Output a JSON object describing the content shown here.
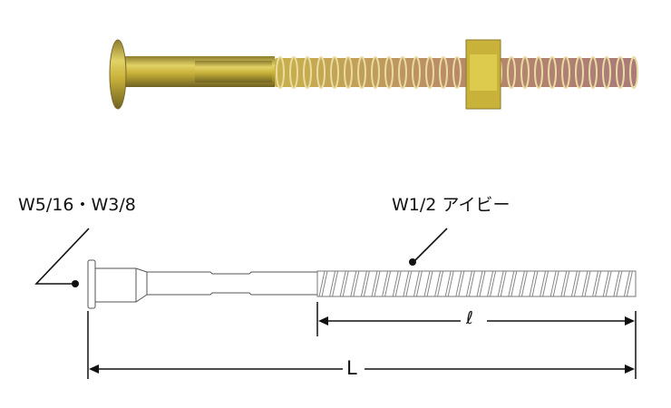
{
  "labels": {
    "head_size": "W5/16・W3/8",
    "thread_size": "W1/2 アイビー",
    "thread_length": "ℓ",
    "total_length": "L"
  },
  "colors": {
    "brass": "#c9b23a",
    "brass_dark": "#8a7a2a",
    "thread_pink": "#b77a6a",
    "line": "#111111"
  }
}
